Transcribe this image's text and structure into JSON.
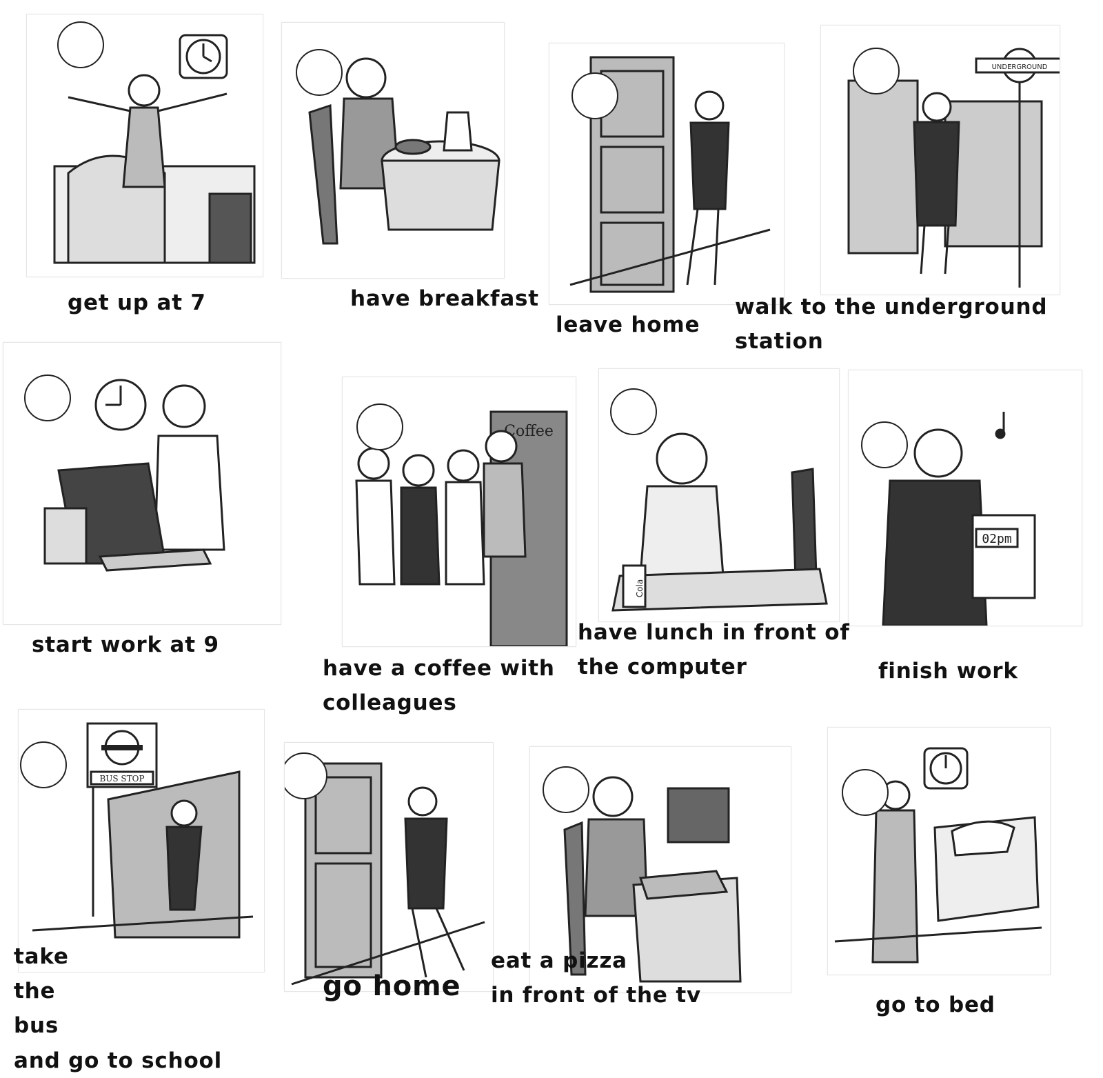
{
  "cards": [
    {
      "id": "c1",
      "icon": "yawning-man-in-bed-icon",
      "caption": [
        "get up at 7"
      ]
    },
    {
      "id": "c2",
      "icon": "man-eating-breakfast-icon",
      "caption": [
        "have breakfast"
      ]
    },
    {
      "id": "c3",
      "icon": "man-leaving-through-door-icon",
      "caption": [
        "leave home"
      ]
    },
    {
      "id": "c4",
      "icon": "underground-station-icon",
      "sign": "UNDERGROUND",
      "caption": [
        "walk to the underground",
        "station"
      ]
    },
    {
      "id": "c5",
      "icon": "man-at-computer-with-headset-icon",
      "caption": [
        "start work at 9"
      ]
    },
    {
      "id": "c6",
      "icon": "colleagues-at-coffee-machine-icon",
      "sign": "Coffee",
      "caption": [
        "have a coffee with",
        "colleagues"
      ]
    },
    {
      "id": "c7",
      "icon": "man-eating-lunch-at-desk-icon",
      "can": "Cola",
      "caption": [
        "have lunch in front of",
        "the computer"
      ]
    },
    {
      "id": "c8",
      "icon": "man-clocking-out-icon",
      "clock_card": "02pm",
      "caption": [
        "finish work"
      ]
    },
    {
      "id": "c9",
      "icon": "boy-boarding-bus-icon",
      "sign": "BUS STOP",
      "caption": [
        "take the bus",
        "and go to school"
      ],
      "caption_line1_words": [
        "take",
        "the",
        "bus"
      ]
    },
    {
      "id": "c10",
      "icon": "man-unlocking-front-door-icon",
      "caption": [
        "go home"
      ]
    },
    {
      "id": "c11",
      "icon": "man-eating-pizza-watching-tv-icon",
      "caption": [
        "eat a pizza",
        "in front of the tv"
      ]
    },
    {
      "id": "c12",
      "icon": "man-brushing-teeth-by-bed-icon",
      "caption": [
        "go to bed"
      ]
    }
  ]
}
